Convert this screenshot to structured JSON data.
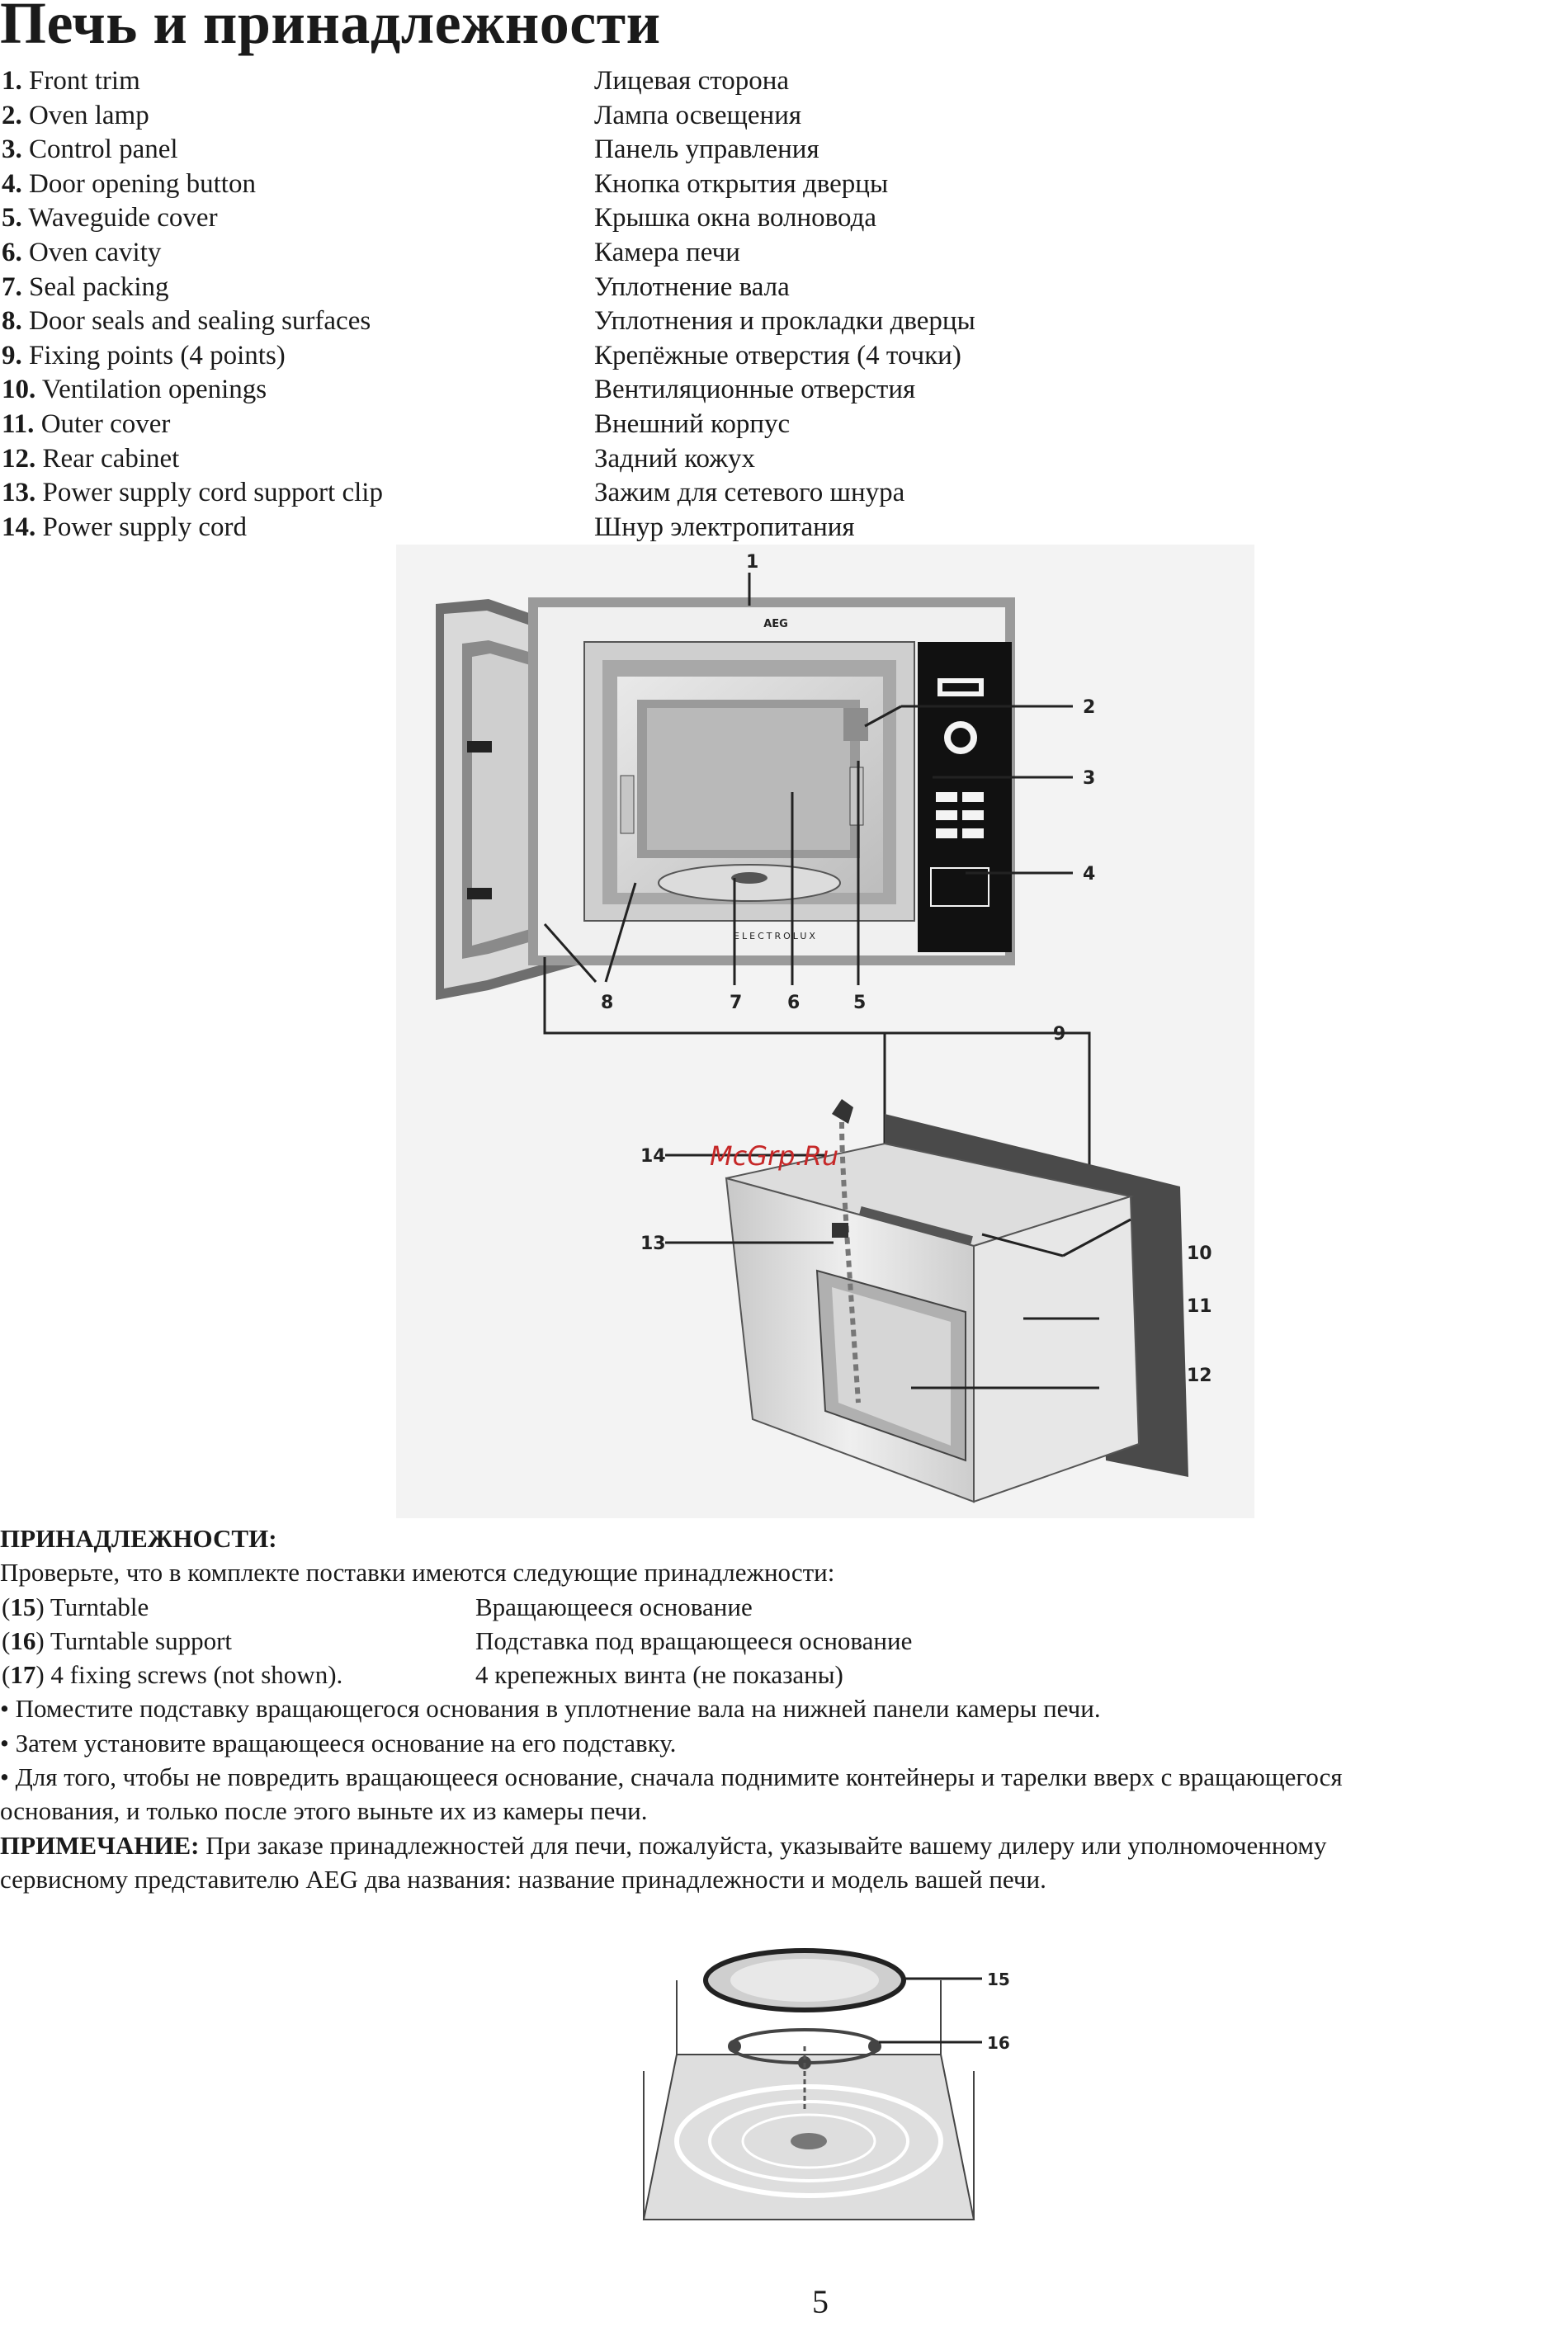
{
  "page": {
    "title": "Печь и принадлежности",
    "page_number": "5"
  },
  "parts": [
    {
      "num": "1.",
      "en": "Front trim",
      "ru": "Лицевая сторона"
    },
    {
      "num": "2.",
      "en": "Oven lamp",
      "ru": "Лампа освещения"
    },
    {
      "num": "3.",
      "en": "Control panel",
      "ru": "Панель управления"
    },
    {
      "num": "4.",
      "en": "Door opening button",
      "ru": "Кнопка открытия дверцы"
    },
    {
      "num": "5.",
      "en": "Waveguide cover",
      "ru": "Крышка окна волновода"
    },
    {
      "num": "6.",
      "en": "Oven cavity",
      "ru": "Камера печи"
    },
    {
      "num": "7.",
      "en": "Seal packing",
      "ru": "Уплотнение вала"
    },
    {
      "num": "8.",
      "en": "Door seals and sealing surfaces",
      "ru": "Уплотнения и прокладки дверцы"
    },
    {
      "num": "9.",
      "en": "Fixing points (4 points)",
      "ru": "Крепёжные отверстия (4 точки)"
    },
    {
      "num": "10.",
      "en": "Ventilation openings",
      "ru": "Вентиляционные отверстия"
    },
    {
      "num": "11.",
      "en": "Outer cover",
      "ru": "Внешний корпус"
    },
    {
      "num": "12.",
      "en": "Rear cabinet",
      "ru": "Задний кожух"
    },
    {
      "num": "13.",
      "en": "Power supply cord support clip",
      "ru": "Зажим для сетевого шнура"
    },
    {
      "num": "14.",
      "en": "Power supply cord",
      "ru": "Шнур электропитания"
    }
  ],
  "oven_figure": {
    "brand_top": "AEG",
    "brand_bottom": "ELECTROLUX",
    "callouts": [
      "1",
      "2",
      "3",
      "4",
      "5",
      "6",
      "7",
      "8",
      "9",
      "10",
      "11",
      "12",
      "13",
      "14"
    ],
    "watermark": "McGrp.Ru"
  },
  "accessories": {
    "heading": "ПРИНАДЛЕЖНОСТИ:",
    "intro": "Проверьте, что в комплекте поставки имеются следующие принадлежности:",
    "items": [
      {
        "num": "15",
        "en": "Turntable",
        "ru": "Вращающееся основание"
      },
      {
        "num": "16",
        "en": "Turntable support",
        "ru": "Подставка под вращающееся основание"
      },
      {
        "num": "17",
        "en": "4 fixing screws (not shown).",
        "ru": "4 крепежных винта (не показаны)"
      }
    ],
    "bullet1": "• Поместите подставку вращающегося основания в уплотнение вала на нижней панели камеры печи.",
    "bullet2": "• Затем установите вращающееся основание на его подставку.",
    "bullet3a": "• Для того, чтобы не повредить вращающееся основание, сначала поднимите контейнеры и тарелки вверх с  вращающегося",
    "bullet3b": "основания, и только после этого выньте их из камеры печи.",
    "note_label": "ПРИМЕЧАНИЕ:",
    "note_text_a": " При заказе принадлежностей для печи, пожалуйста, указывайте вашему дилеру или уполномоченному",
    "note_text_b": "сервисному представителю AEG два названия: название принадлежности и модель вашей печи."
  },
  "turntable_figure": {
    "callouts": [
      "15",
      "16"
    ]
  }
}
